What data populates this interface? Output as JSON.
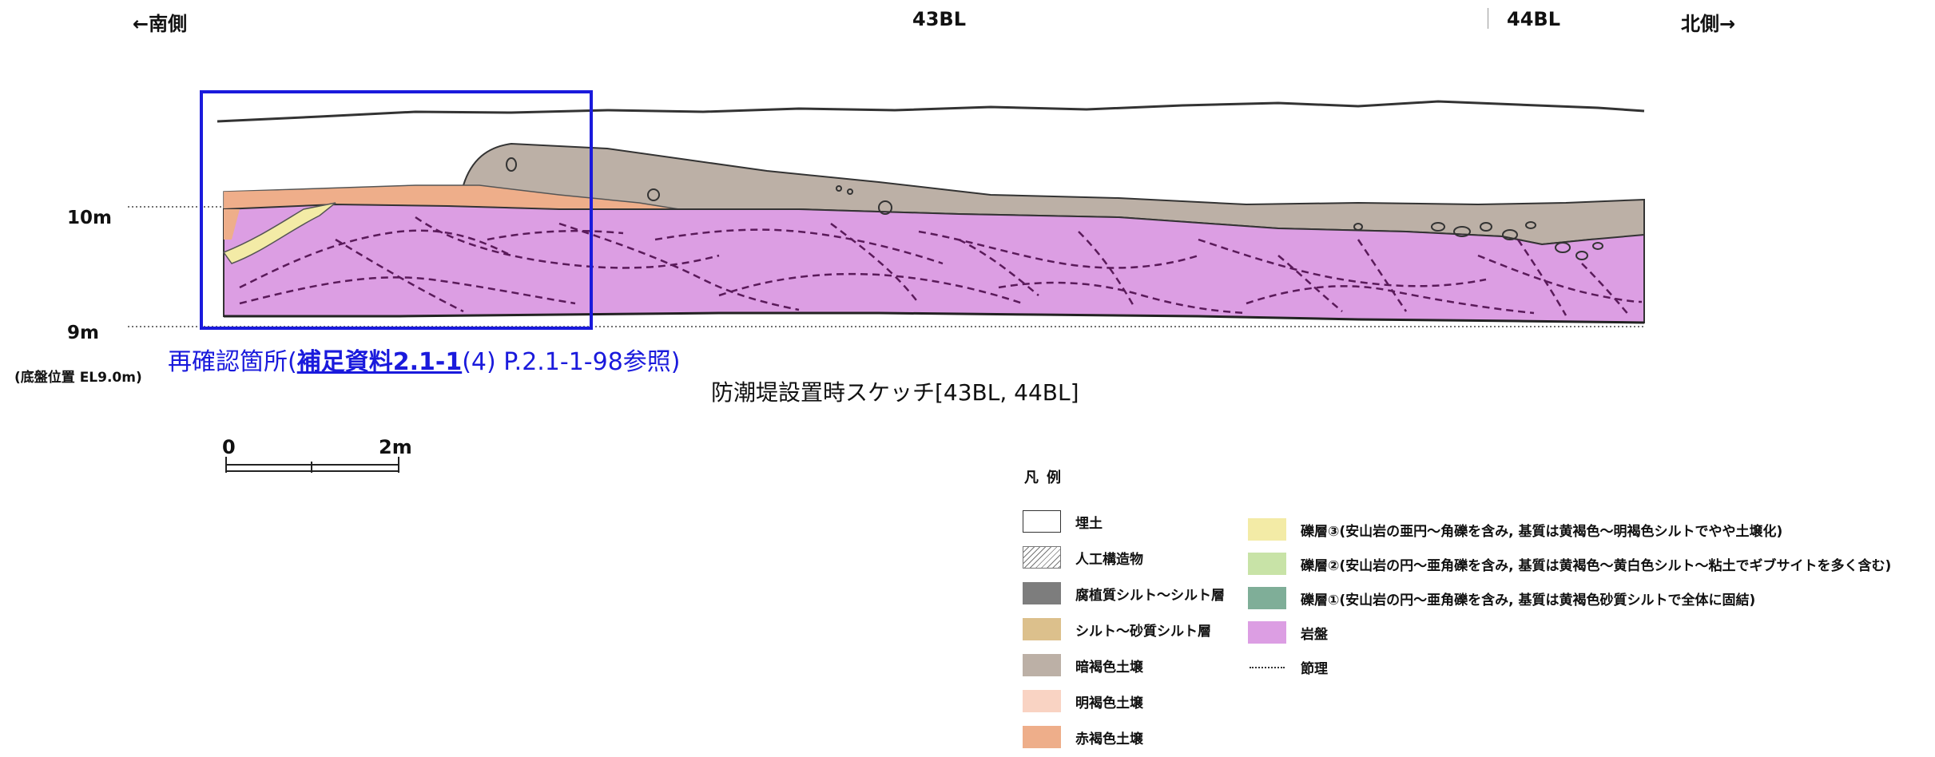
{
  "header": {
    "south_label": "←南側",
    "block_43": "43BL",
    "block_44": "44BL",
    "north_label": "北側→"
  },
  "elevation": {
    "mark_10": "10m",
    "mark_9": "9m",
    "base_note": "(底盤位置 EL9.0m)"
  },
  "recheck": {
    "prefix": "再確認箇所(",
    "ref_link": "補足資料2.1-1",
    "suffix": "(4) P.2.1-1-98参照)"
  },
  "caption": "防潮堤設置時スケッチ[43BL, 44BL]",
  "scale_bar": {
    "start": "0",
    "end": "2m"
  },
  "legend": {
    "title": "凡例",
    "left": [
      {
        "label": "埋土",
        "color": "#ffffff",
        "style": "box"
      },
      {
        "label": "人工構造物",
        "color": "#ffffff",
        "style": "hatch"
      },
      {
        "label": "腐植質シルト～シルト層",
        "color": "#7d7d7d",
        "style": "box"
      },
      {
        "label": "シルト～砂質シルト層",
        "color": "#dcc08c",
        "style": "box"
      },
      {
        "label": "暗褐色土壌",
        "color": "#bcb0a6",
        "style": "box"
      },
      {
        "label": "明褐色土壌",
        "color": "#f9d3c3",
        "style": "box"
      },
      {
        "label": "赤褐色土壌",
        "color": "#eeae8a",
        "style": "box"
      }
    ],
    "right": [
      {
        "label": "礫層③(安山岩の亜円～角礫を含み, 基質は黄褐色～明褐色シルトでやや土壌化)",
        "color": "#f3eba6",
        "style": "box"
      },
      {
        "label": "礫層②(安山岩の円～亜角礫を含み, 基質は黄褐色～黄白色シルト～粘土でギブサイトを多く含む)",
        "color": "#c8e3a7",
        "style": "box"
      },
      {
        "label": "礫層①(安山岩の円～亜角礫を含み, 基質は黄褐色砂質シルトで全体に固結)",
        "color": "#7fae98",
        "style": "box"
      },
      {
        "label": "岩盤",
        "color": "#dc9ee3",
        "style": "box"
      },
      {
        "label": "節理",
        "color": "#333333",
        "style": "dotline"
      }
    ]
  },
  "colors": {
    "highlight_box": "#1a1adc",
    "bedrock": "#dc9ee3",
    "dark_brown_soil": "#bcb0a6",
    "red_brown_soil": "#eeae8a",
    "gravel_3": "#f3eba6",
    "joint_line": "#5a1a5a"
  }
}
